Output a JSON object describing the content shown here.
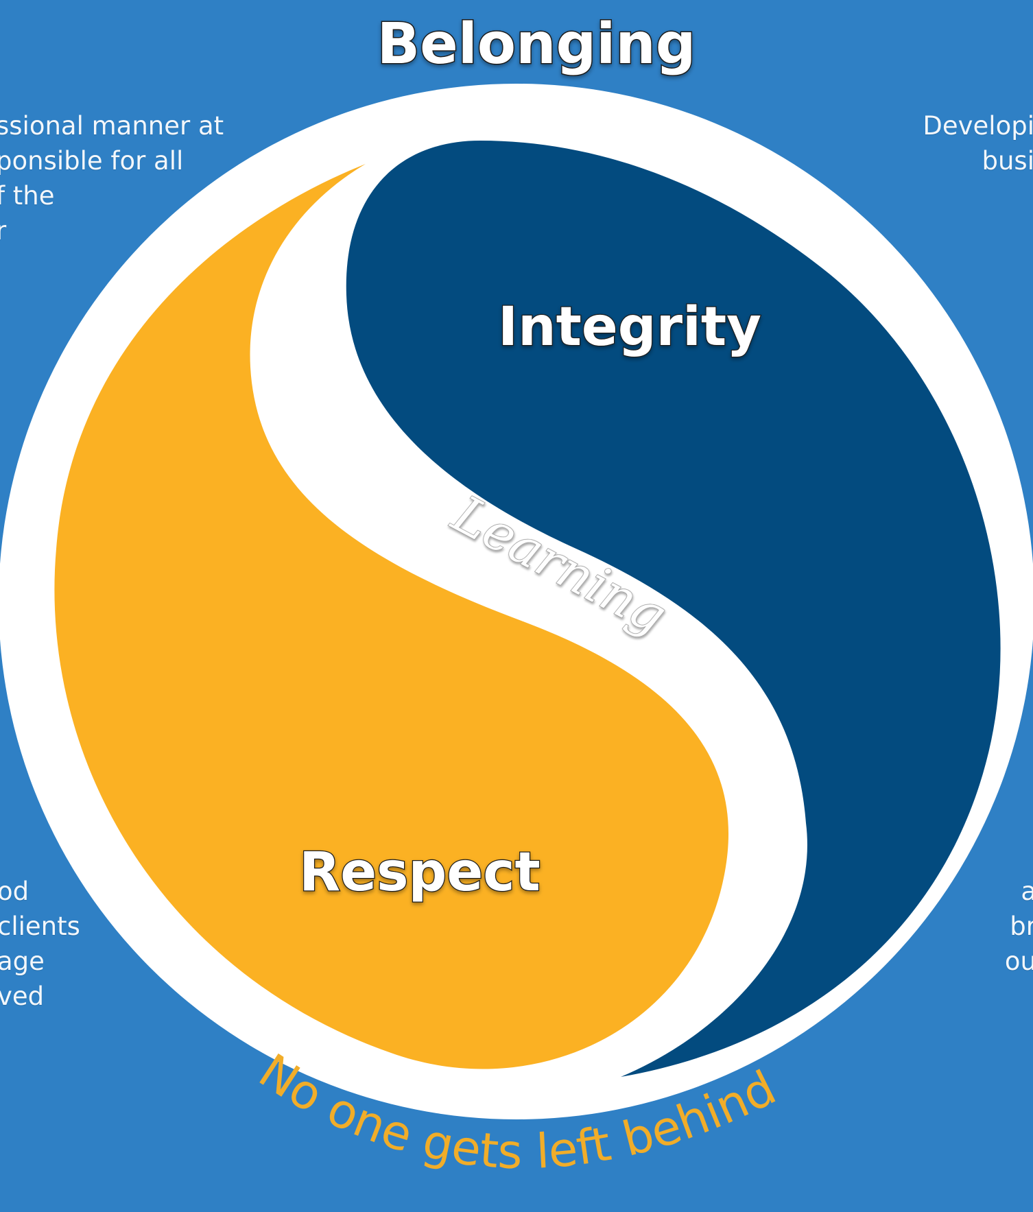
{
  "colors": {
    "background": "#2f80c5",
    "outer_ring": "#ffffff",
    "integrity_shape": "#034b7f",
    "respect_shape": "#fbb123",
    "quote": "#f1ad29",
    "learning_text": "#fefefe"
  },
  "title": "Belonging",
  "center": {
    "integrity": "Integrity",
    "respect": "Respect",
    "learning": "Learning"
  },
  "motto": "“No one gets left behind”",
  "left_top_lines": [
    "ssional manner at",
    "ponsible for all",
    "f the",
    "r"
  ],
  "left_bottom_lines": [
    "od",
    "clients",
    "age",
    "ved"
  ],
  "right_top_lines": [
    "Developi",
    "busi"
  ],
  "right_bottom_lines": [
    "a",
    "br",
    "ou"
  ]
}
